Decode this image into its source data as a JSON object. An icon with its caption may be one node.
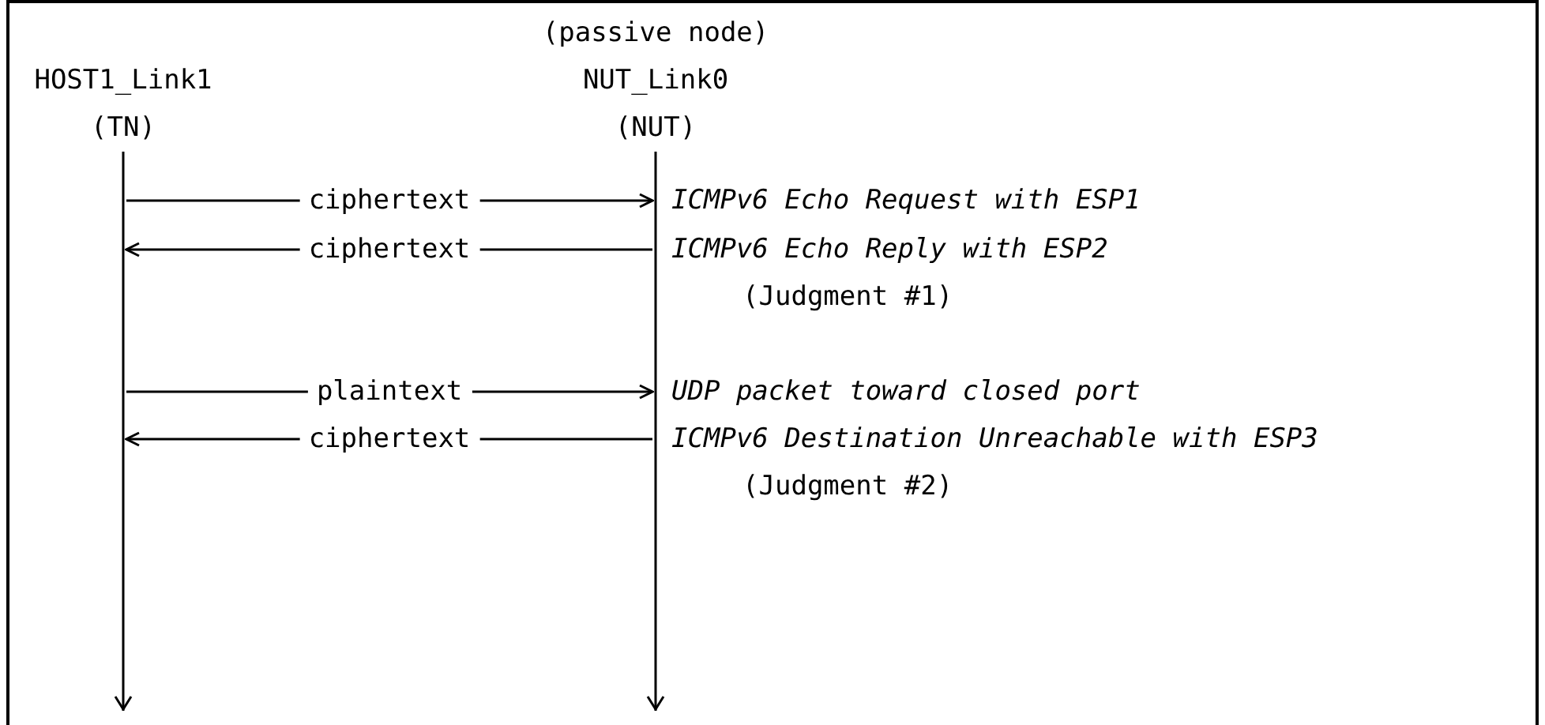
{
  "diagram": {
    "nodes": [
      {
        "text": [
          "HOST1_Link1",
          "(TN)"
        ]
      },
      {
        "text": [
          "(passive node)",
          "NUT_Link0",
          "(NUT)"
        ]
      }
    ],
    "edges": [
      {
        "from": 0,
        "to": 1,
        "arrow": "to",
        "label": "ciphertext"
      },
      {
        "from": 1,
        "to": 0,
        "arrow": "to",
        "label": "ciphertext"
      },
      {
        "from": 0,
        "to": 1,
        "arrow": "to",
        "label": "plaintext"
      },
      {
        "from": 1,
        "to": 0,
        "arrow": "to",
        "label": "ciphertext"
      }
    ],
    "labels": [
      "ICMPv6 Echo Request with ESP1",
      "ICMPv6 Echo Reply with ESP2",
      "(Judgment #1)",
      "UDP packet toward closed port",
      "ICMPv6 Destination Unreachable with ESP3",
      "(Judgment #2)"
    ]
  }
}
